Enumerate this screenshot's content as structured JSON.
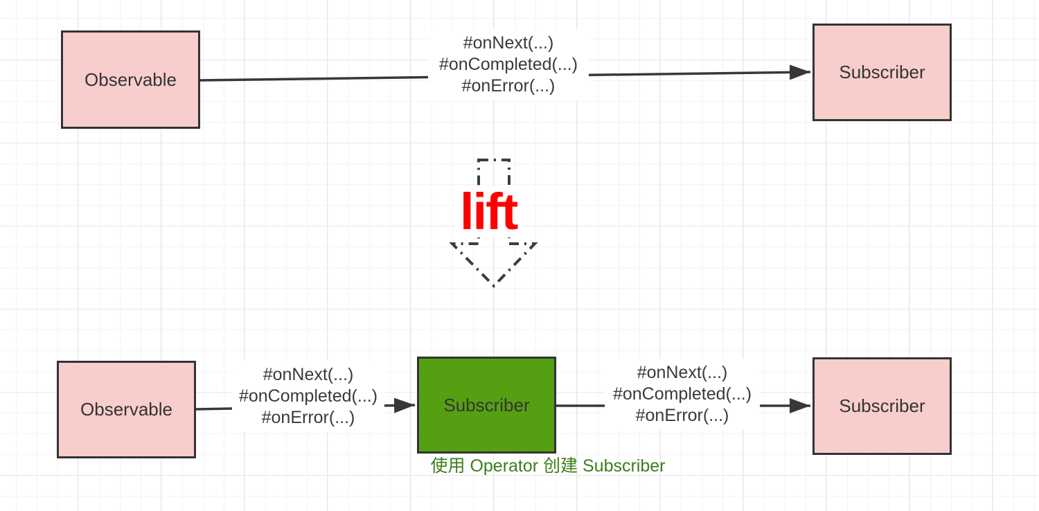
{
  "nodes": {
    "top_observable": "Observable",
    "top_subscriber": "Subscriber",
    "bottom_observable": "Observable",
    "operator_subscriber": "Subscriber",
    "bottom_subscriber": "Subscriber"
  },
  "edges": {
    "top": {
      "lines": [
        "#onNext(...)",
        "#onCompleted(...)",
        "#onError(...)"
      ]
    },
    "bottom_left": {
      "lines": [
        "#onNext(...)",
        "#onCompleted(...)",
        "#onError(...)"
      ]
    },
    "bottom_right": {
      "lines": [
        "#onNext(...)",
        "#onCompleted(...)",
        "#onError(...)"
      ]
    }
  },
  "lift_label": "lift",
  "caption": "使用 Operator 创建 Subscriber",
  "colors": {
    "node_pink_fill": "#F8CECC",
    "node_green_fill": "#55A012",
    "node_border": "#333333",
    "wire": "#383838",
    "lift_red": "#FF0000",
    "caption_green": "#3C7D1A",
    "grid_minor": "#f3f3f7",
    "grid_major": "#e7e7ec"
  }
}
